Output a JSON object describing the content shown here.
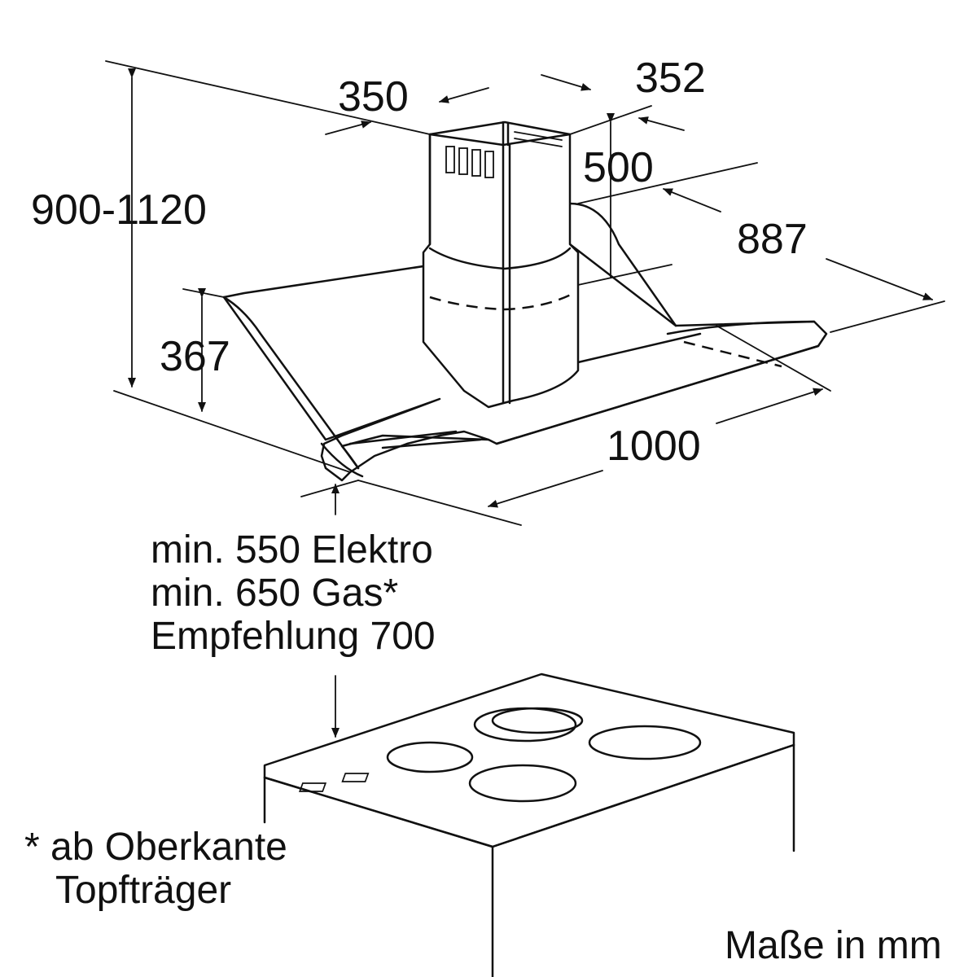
{
  "dimensions": {
    "chimney_width": "350",
    "chimney_depth": "352",
    "chimney_upper_height": "500",
    "overall_height": "900-1120",
    "hood_depth": "887",
    "canopy_height": "367",
    "hood_width": "1000"
  },
  "mounting_height": {
    "line1": "min. 550 Elektro",
    "line2": "min. 650 Gas*",
    "line3": "Empfehlung 700"
  },
  "footnote": {
    "line1": "* ab Oberkante",
    "line2": "Topfträger"
  },
  "units_note": "Maße in mm",
  "colors": {
    "line": "#111111",
    "background": "#ffffff",
    "panel_fill": "#e6e6e6"
  }
}
